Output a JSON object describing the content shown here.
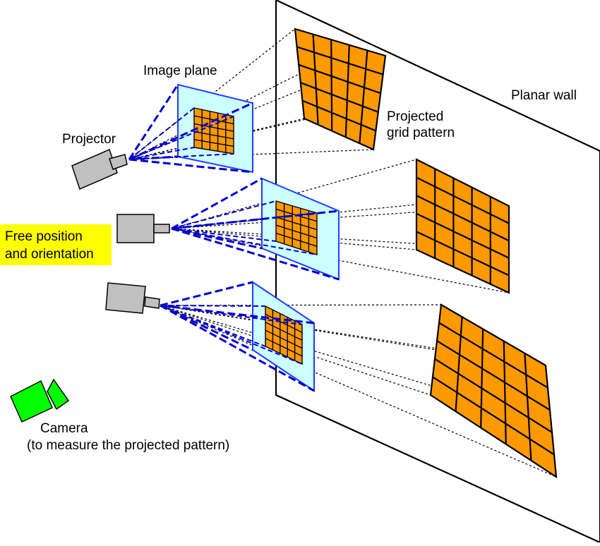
{
  "labels": {
    "image_plane": "Image plane",
    "projector": "Projector",
    "planar_wall": "Planar wall",
    "projected_line1": "Projected",
    "projected_line2": "grid pattern",
    "free_line1": "Free position",
    "free_line2": "and orientation",
    "camera_line1": "Camera",
    "camera_line2": "(to measure the projected pattern)"
  },
  "colors": {
    "wall_stroke": "#000000",
    "plane_fill": "#ccffff",
    "plane_stroke": "#1f3cff",
    "grid_fill": "#ff9900",
    "grid_stroke": "#000000",
    "projector_body": "#c0c0c0",
    "camera_body": "#00ff00",
    "highlight_bg": "#ffff00",
    "beam_blue": "#0000cc",
    "beam_black": "#000000"
  },
  "icons": [
    "projector-icon",
    "camera-icon"
  ],
  "projectors": [
    {
      "name": "projector-1"
    },
    {
      "name": "projector-2"
    },
    {
      "name": "projector-3"
    }
  ],
  "grid": {
    "rows": 5,
    "cols": 5
  }
}
